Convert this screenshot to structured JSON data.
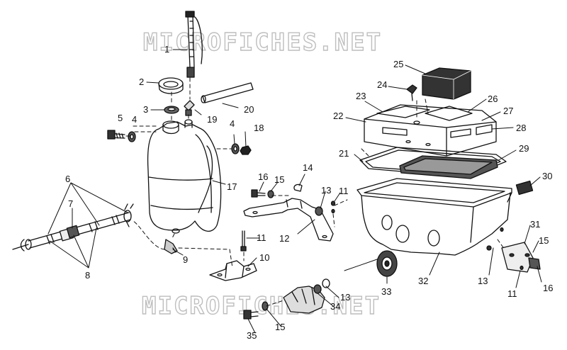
{
  "watermark": {
    "top": "MICROFICHES.NET",
    "bottom": "MICROFICHES.NET"
  },
  "callouts": [
    {
      "id": "c1",
      "text": "1"
    },
    {
      "id": "c2",
      "text": "2"
    },
    {
      "id": "c3",
      "text": "3"
    },
    {
      "id": "c4a",
      "text": "4"
    },
    {
      "id": "c4b",
      "text": "4"
    },
    {
      "id": "c5",
      "text": "5"
    },
    {
      "id": "c6",
      "text": "6"
    },
    {
      "id": "c7",
      "text": "7"
    },
    {
      "id": "c8",
      "text": "8"
    },
    {
      "id": "c9",
      "text": "9"
    },
    {
      "id": "c10",
      "text": "10"
    },
    {
      "id": "c11a",
      "text": "11"
    },
    {
      "id": "c11b",
      "text": "11"
    },
    {
      "id": "c11c",
      "text": "11"
    },
    {
      "id": "c12",
      "text": "12"
    },
    {
      "id": "c13a",
      "text": "13"
    },
    {
      "id": "c13b",
      "text": "13"
    },
    {
      "id": "c13c",
      "text": "13"
    },
    {
      "id": "c14",
      "text": "14"
    },
    {
      "id": "c15a",
      "text": "15"
    },
    {
      "id": "c15b",
      "text": "15"
    },
    {
      "id": "c15c",
      "text": "15"
    },
    {
      "id": "c16a",
      "text": "16"
    },
    {
      "id": "c16b",
      "text": "16"
    },
    {
      "id": "c17",
      "text": "17"
    },
    {
      "id": "c18",
      "text": "18"
    },
    {
      "id": "c19",
      "text": "19"
    },
    {
      "id": "c20",
      "text": "20"
    },
    {
      "id": "c21",
      "text": "21"
    },
    {
      "id": "c22",
      "text": "22"
    },
    {
      "id": "c23",
      "text": "23"
    },
    {
      "id": "c24",
      "text": "24"
    },
    {
      "id": "c25",
      "text": "25"
    },
    {
      "id": "c26",
      "text": "26"
    },
    {
      "id": "c27",
      "text": "27"
    },
    {
      "id": "c28",
      "text": "28"
    },
    {
      "id": "c29",
      "text": "29"
    },
    {
      "id": "c30",
      "text": "30"
    },
    {
      "id": "c31",
      "text": "31"
    },
    {
      "id": "c32",
      "text": "32"
    },
    {
      "id": "c33",
      "text": "33"
    },
    {
      "id": "c34",
      "text": "34"
    },
    {
      "id": "c35",
      "text": "35"
    }
  ]
}
